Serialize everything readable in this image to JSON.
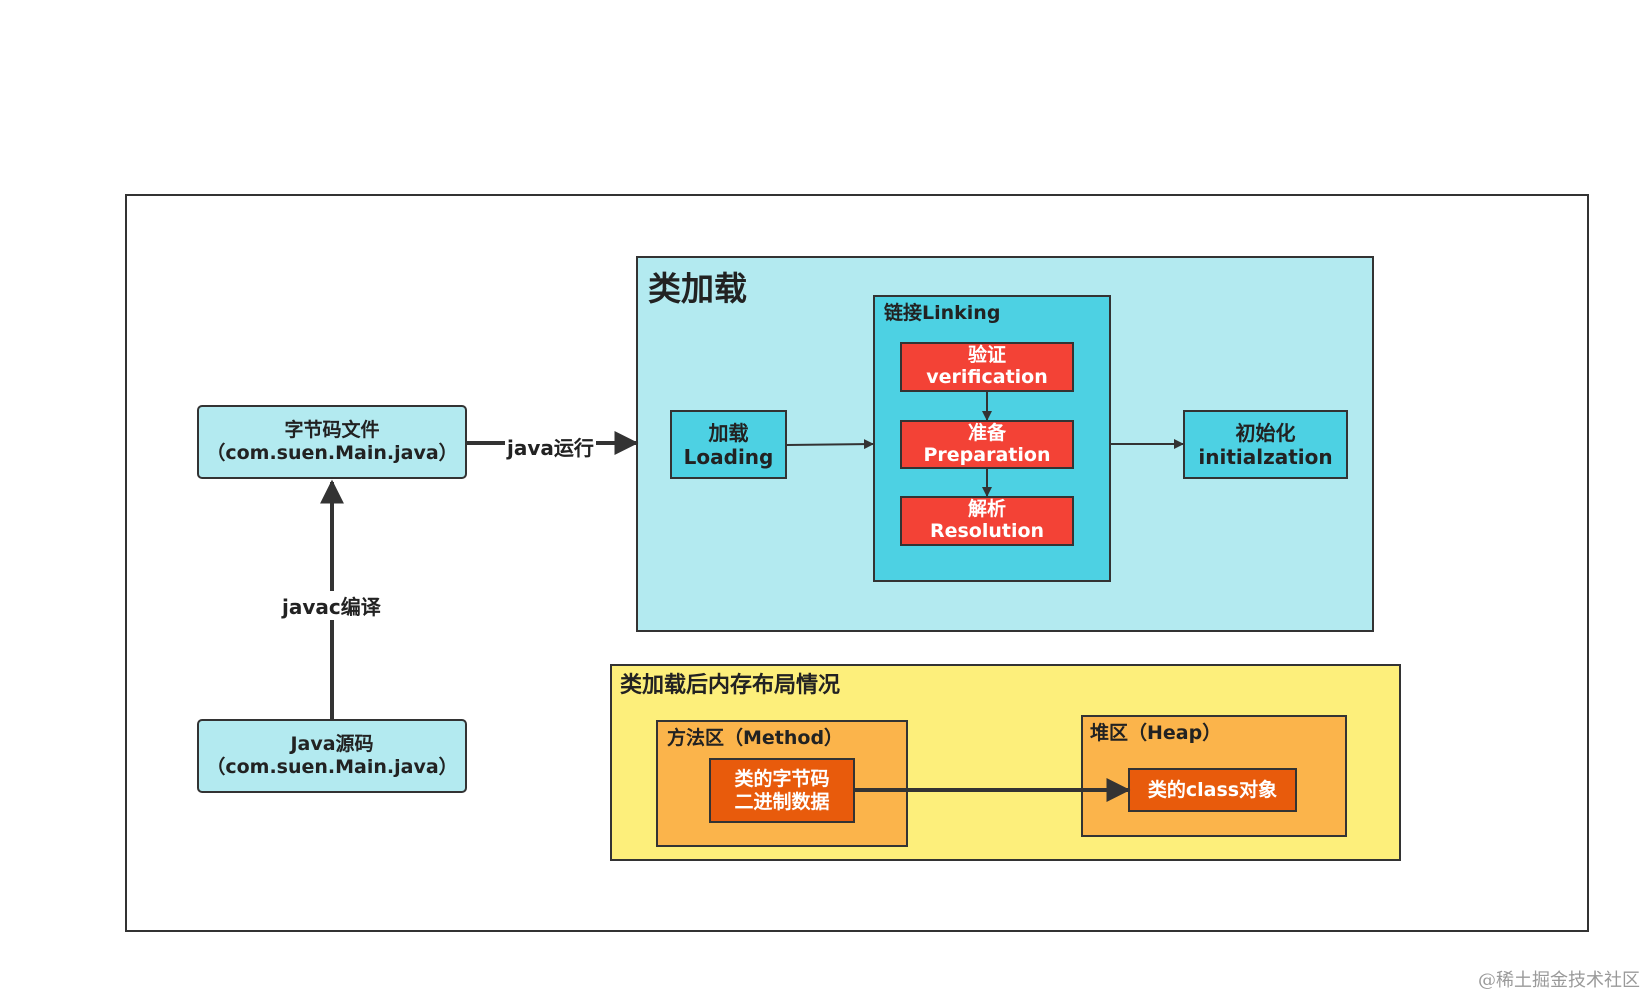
{
  "nodes": {
    "bytecode_file": {
      "line1": "字节码文件",
      "line2": "（com.suen.Main.java）"
    },
    "java_source": {
      "line1": "Java源码",
      "line2": "（com.suen.Main.java）"
    },
    "loading": {
      "line1": "加载",
      "line2": "Loading"
    },
    "verification": {
      "line1": "验证",
      "line2": "verification"
    },
    "preparation": {
      "line1": "准备",
      "line2": "Preparation"
    },
    "resolution": {
      "line1": "解析",
      "line2": "Resolution"
    },
    "initialization": {
      "line1": "初始化",
      "line2": "initialzation"
    },
    "class_bytecode": {
      "line1": "类的字节码",
      "line2": "二进制数据"
    },
    "class_object": {
      "line1": "类的class对象"
    }
  },
  "containers": {
    "class_loading": {
      "title": "类加载"
    },
    "linking": {
      "title": "链接Linking"
    },
    "memory_layout": {
      "title": "类加载后内存布局情况"
    },
    "method_area": {
      "title": "方法区（Method）"
    },
    "heap": {
      "title": "堆区（Heap）"
    }
  },
  "edges": {
    "compile": {
      "label": "javac编译"
    },
    "run": {
      "label": "java运行"
    }
  },
  "watermark": "@稀土掘金技术社区",
  "colors": {
    "light_cyan": "#b3eaf0",
    "cyan": "#4dd1e3",
    "red": "#f34236",
    "yellow": "#fdef7b",
    "orange": "#fbb44b",
    "dark_orange": "#e85b0c"
  }
}
